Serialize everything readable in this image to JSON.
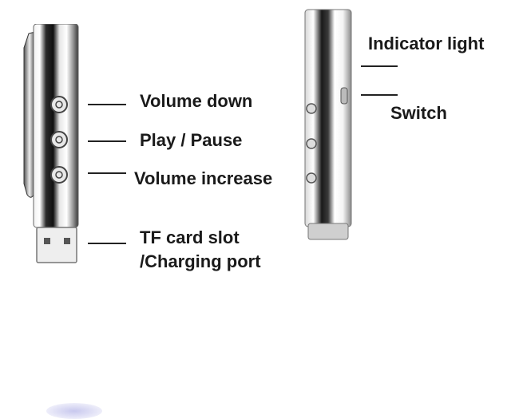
{
  "labels": {
    "volume_down": "Volume down",
    "play_pause": "Play / Pause",
    "volume_increase": "Volume increase",
    "tf_card_line1": "TF card slot",
    "tf_card_line2": "/Charging port",
    "indicator_light": "Indicator light",
    "switch": "Switch"
  },
  "colors": {
    "metal_dark": "#1c1c1c",
    "metal_mid": "#8a8a8a",
    "metal_light": "#f4f4f4",
    "text": "#1a1a1a"
  }
}
